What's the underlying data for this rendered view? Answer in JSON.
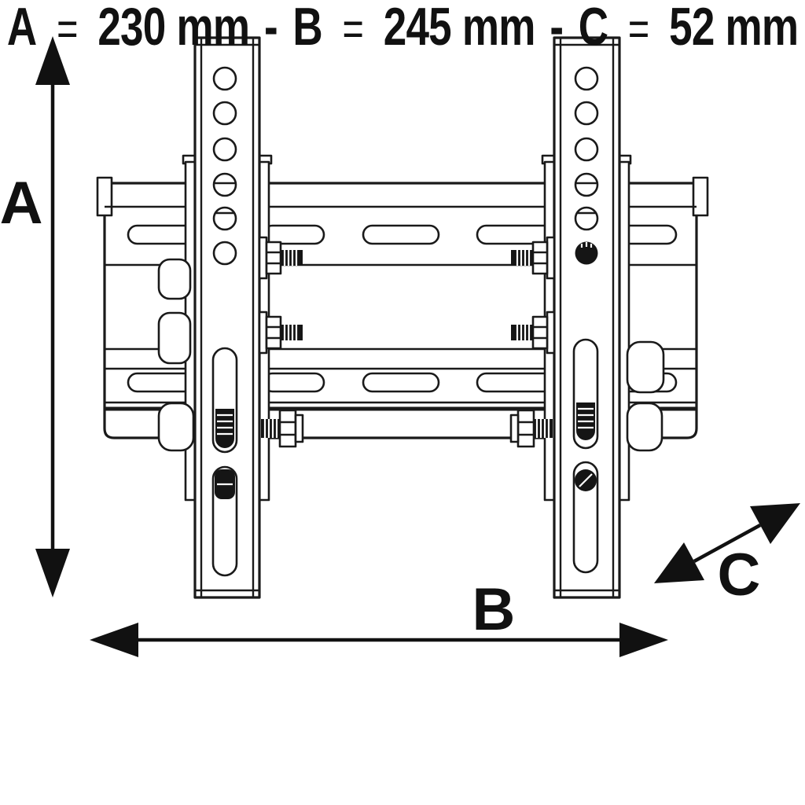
{
  "page": {
    "background": "#ffffff",
    "line_color": "#1a1a1a",
    "ink_color": "#111111"
  },
  "figure": {
    "type": "technical-line-drawing",
    "subject": "tilting TV wall mount bracket, front view, with dimension arrows",
    "dimension_labels": {
      "a": "A",
      "b": "B",
      "c": "C"
    },
    "caption": {
      "equals": "=",
      "separator": "-",
      "items": [
        {
          "label": "A",
          "value": "230 mm"
        },
        {
          "label": "B",
          "value": "245 mm"
        },
        {
          "label": "C",
          "value": "52 mm"
        }
      ]
    }
  }
}
